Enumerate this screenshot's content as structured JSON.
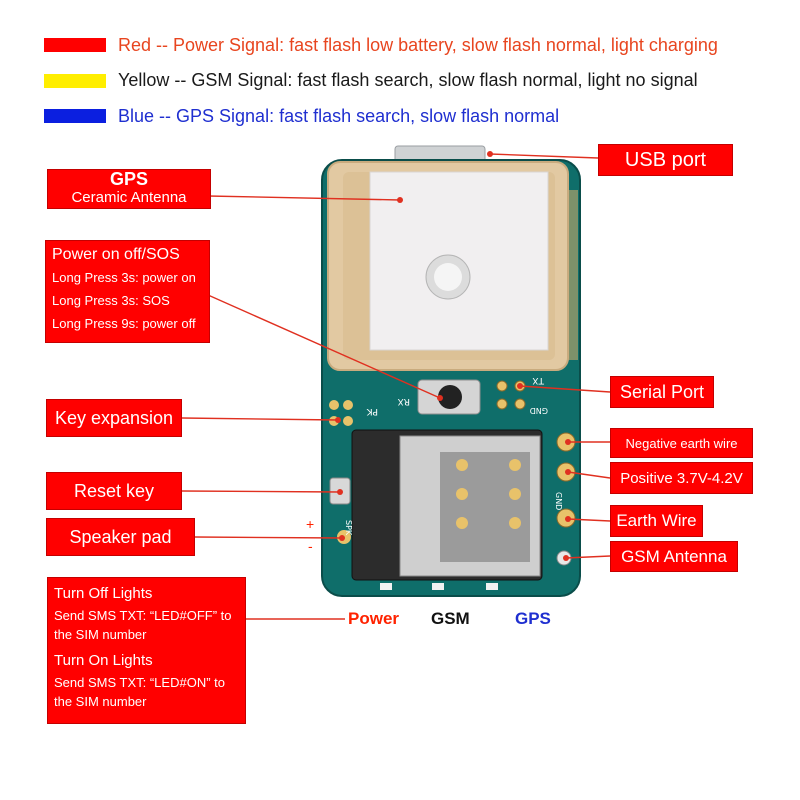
{
  "legend": [
    {
      "color": "#ff0000",
      "text": "Red -- Power Signal: fast flash low battery, slow flash normal, light charging",
      "text_color": "#e8451f"
    },
    {
      "color": "#ffee00",
      "text": "Yellow -- GSM Signal: fast flash search, slow flash normal, light no signal",
      "text_color": "#1a1a1a"
    },
    {
      "color": "#0b1fe0",
      "text": "Blue -- GPS Signal: fast flash search, slow flash normal",
      "text_color": "#1f2fd0"
    }
  ],
  "labels": {
    "usb": "USB port",
    "gps_title": "GPS",
    "gps_sub": "Ceramic Antenna",
    "power_title": "Power on off/SOS",
    "power_line1": "Long Press 3s: power on",
    "power_line2": "Long Press 3s: SOS",
    "power_line3": "Long Press 9s: power off",
    "key_expansion": "Key expansion",
    "reset_key": "Reset key",
    "speaker_pad": "Speaker pad",
    "serial_port": "Serial Port",
    "negative_earth": "Negative earth wire",
    "positive": "Positive 3.7V-4.2V",
    "earth_wire": "Earth Wire",
    "gsm_antenna": "GSM Antenna",
    "lights_off_title": "Turn Off Lights",
    "lights_off_text1": "Send SMS TXT: “LED#OFF” to",
    "lights_off_text2": "the SIM number",
    "lights_on_title": "Turn On Lights",
    "lights_on_text1": "Send SMS TXT: “LED#ON” to",
    "lights_on_text2": "the SIM number"
  },
  "leds": {
    "power": "Power",
    "gsm": "GSM",
    "gps": "GPS"
  },
  "polarity": {
    "plus": "+",
    "minus": "-"
  },
  "silkscreen": {
    "rx": "RX",
    "tx": "TX",
    "pk": "PK",
    "gnd1": "GND",
    "gnd2": "GND",
    "spk": "SPK"
  },
  "colors": {
    "label_bg": "#ff0000",
    "board": "#0f6e6a",
    "antenna": "#e9d4b0"
  }
}
